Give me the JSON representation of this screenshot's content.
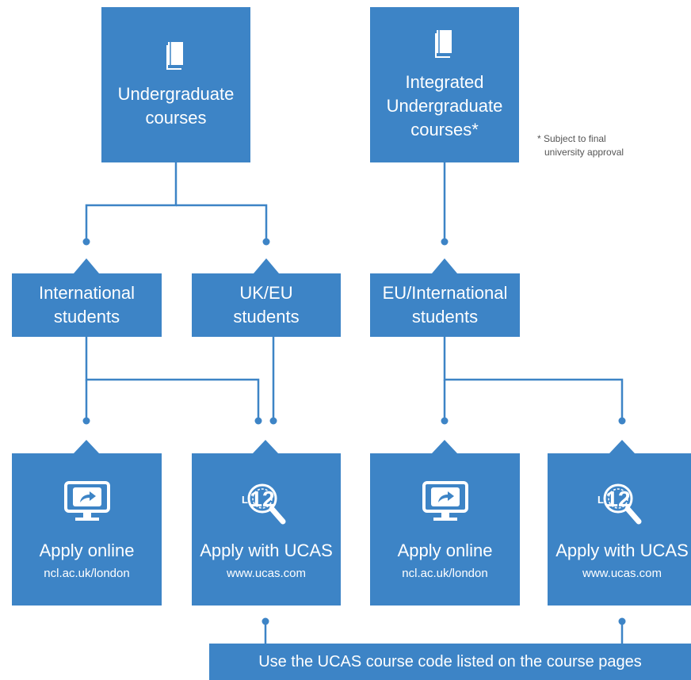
{
  "diagram": {
    "line_color": "#3d84c6",
    "box_color": "#3d84c6",
    "top": {
      "undergrad": {
        "line1": "Undergraduate",
        "line2": "courses",
        "icon": "book-icon"
      },
      "integrated": {
        "line1": "Integrated",
        "line2": "Undergraduate",
        "line3": "courses*",
        "icon": "book-icon"
      }
    },
    "note": {
      "line1": "* Subject to final",
      "line2": "university approval"
    },
    "middle": {
      "international": {
        "line1": "International",
        "line2": "students"
      },
      "ukeu": {
        "line1": "UK/EU",
        "line2": "students"
      },
      "eu_international": {
        "line1": "EU/International",
        "line2": "students"
      }
    },
    "bottom": [
      {
        "title": "Apply online",
        "url": "ncl.ac.uk/london",
        "icon": "monitor-share-icon"
      },
      {
        "title": "Apply with UCAS",
        "url": "www.ucas.com",
        "icon": "ucas-magnifier-icon",
        "icon_text": "12"
      },
      {
        "title": "Apply online",
        "url": "ncl.ac.uk/london",
        "icon": "monitor-share-icon"
      },
      {
        "title": "Apply with UCAS",
        "url": "www.ucas.com",
        "icon": "ucas-magnifier-icon",
        "icon_text": "12"
      }
    ],
    "footer": {
      "text": "Use the UCAS course code listed on the course pages"
    }
  }
}
